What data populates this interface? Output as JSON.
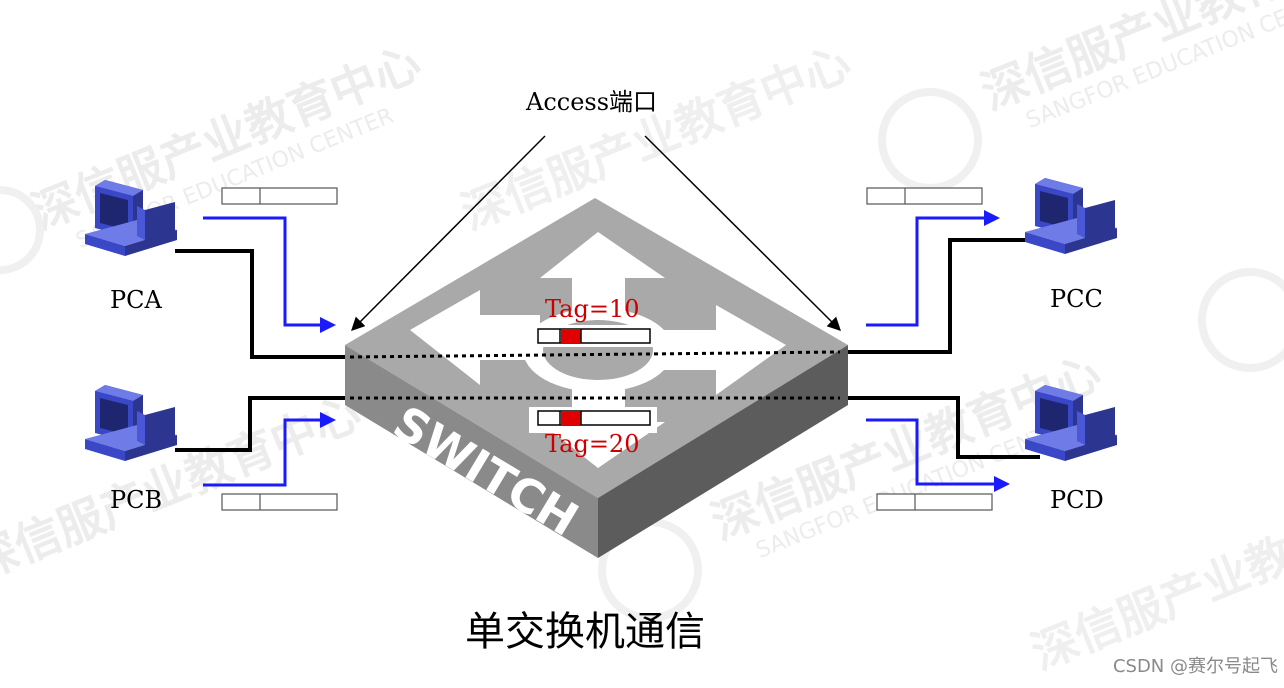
{
  "annotation": {
    "access_port_label": "Access端口"
  },
  "pcs": [
    {
      "id": "pca",
      "label": "PCA"
    },
    {
      "id": "pcb",
      "label": "PCB"
    },
    {
      "id": "pcc",
      "label": "PCC"
    },
    {
      "id": "pcd",
      "label": "PCD"
    }
  ],
  "switch": {
    "label": "SWITCH"
  },
  "tags": [
    {
      "id": "tag10",
      "label": "Tag=10"
    },
    {
      "id": "tag20",
      "label": "Tag=20"
    }
  ],
  "caption": "单交换机通信",
  "credit": "CSDN @赛尔号起飞",
  "watermark": {
    "cn": "深信服产业教育中心",
    "en": "SANGFOR EDUCATION CENTER"
  },
  "colors": {
    "tag_text": "#cc0000",
    "flow_arrow": "#1a1aff",
    "pc_blue": "#3a47c7",
    "switch_top": "#a9a9a9",
    "switch_front": "#7d7d7d",
    "tag_marker": "#e00000",
    "watermark": "#d8d8d8"
  }
}
